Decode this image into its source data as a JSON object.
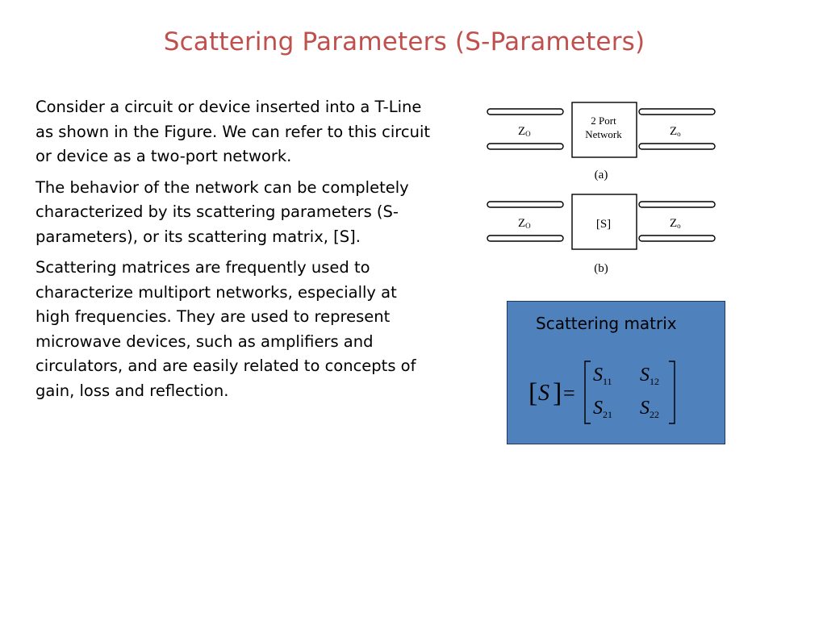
{
  "slide": {
    "title": "Scattering Parameters (S-Parameters)",
    "paragraphs": [
      "Consider a circuit or device inserted into a T-Line as shown in the Figure.  We can refer to this circuit or device as a two-port network.",
      "The behavior of the network can be completely characterized by its scattering parameters (S-parameters), or its scattering matrix, [S].",
      "Scattering matrices are frequently used to characterize multiport networks, especially at high frequencies.  They are used to represent microwave devices, such as amplifiers and circulators, and are easily related to concepts of gain, loss and reflection."
    ]
  },
  "figure": {
    "a": {
      "box_line1": "2 Port",
      "box_line2": "Network",
      "left_impedance": "Z",
      "left_impedance_sub": "O",
      "right_impedance": "Z",
      "right_impedance_sub": "o",
      "caption": "(a)"
    },
    "b": {
      "box_label": "[S]",
      "left_impedance": "Z",
      "left_impedance_sub": "O",
      "right_impedance": "Z",
      "right_impedance_sub": "o",
      "caption": "(b)"
    }
  },
  "matrix": {
    "label": "Scattering matrix",
    "lhs_open": "[",
    "lhs_symbol": "S",
    "lhs_close": "]",
    "equals": "=",
    "s11_main": "S",
    "s11_sub": "11",
    "s12_main": "S",
    "s12_sub": "12",
    "s21_main": "S",
    "s21_sub": "21",
    "s22_main": "S",
    "s22_sub": "22"
  },
  "colors": {
    "title": "#c0504d",
    "matrix_box_fill": "#4f81bd",
    "matrix_box_border": "#1f3864"
  }
}
